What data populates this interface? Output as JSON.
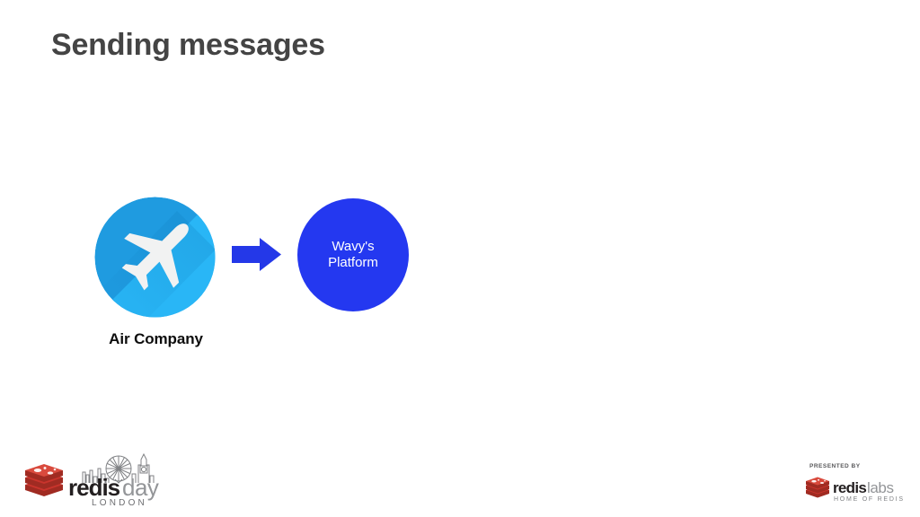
{
  "slide": {
    "title": "Sending messages",
    "background_color": "#ffffff",
    "title_color": "#444444"
  },
  "diagram": {
    "source": {
      "icon_name": "airplane-icon",
      "label": "Air Company",
      "label_color": "#0d0d0d",
      "circle_color_dark": "#1f9be0",
      "circle_color_light": "#29b6f6",
      "plane_color": "#f1f2f2"
    },
    "connector": {
      "icon_name": "right-arrow-icon",
      "color": "#2438e8"
    },
    "target": {
      "label": "Wavy's\nPlatform",
      "fill_color": "#2438f0",
      "text_color": "#ffffff"
    }
  },
  "footer": {
    "event_logo": {
      "name_bold": "redis",
      "name_light": "day",
      "city": "LONDON",
      "cube_color": "#c9342c",
      "bold_color": "#231f20",
      "light_color": "#939598",
      "city_color": "#6d6e71"
    },
    "sponsor": {
      "presented_by": "PRESENTED BY",
      "name_bold": "redis",
      "name_light": "labs",
      "tagline": "HOME OF REDIS",
      "cube_color": "#c9342c",
      "bold_color": "#231f20",
      "light_color": "#939598",
      "tagline_color": "#808285"
    }
  }
}
